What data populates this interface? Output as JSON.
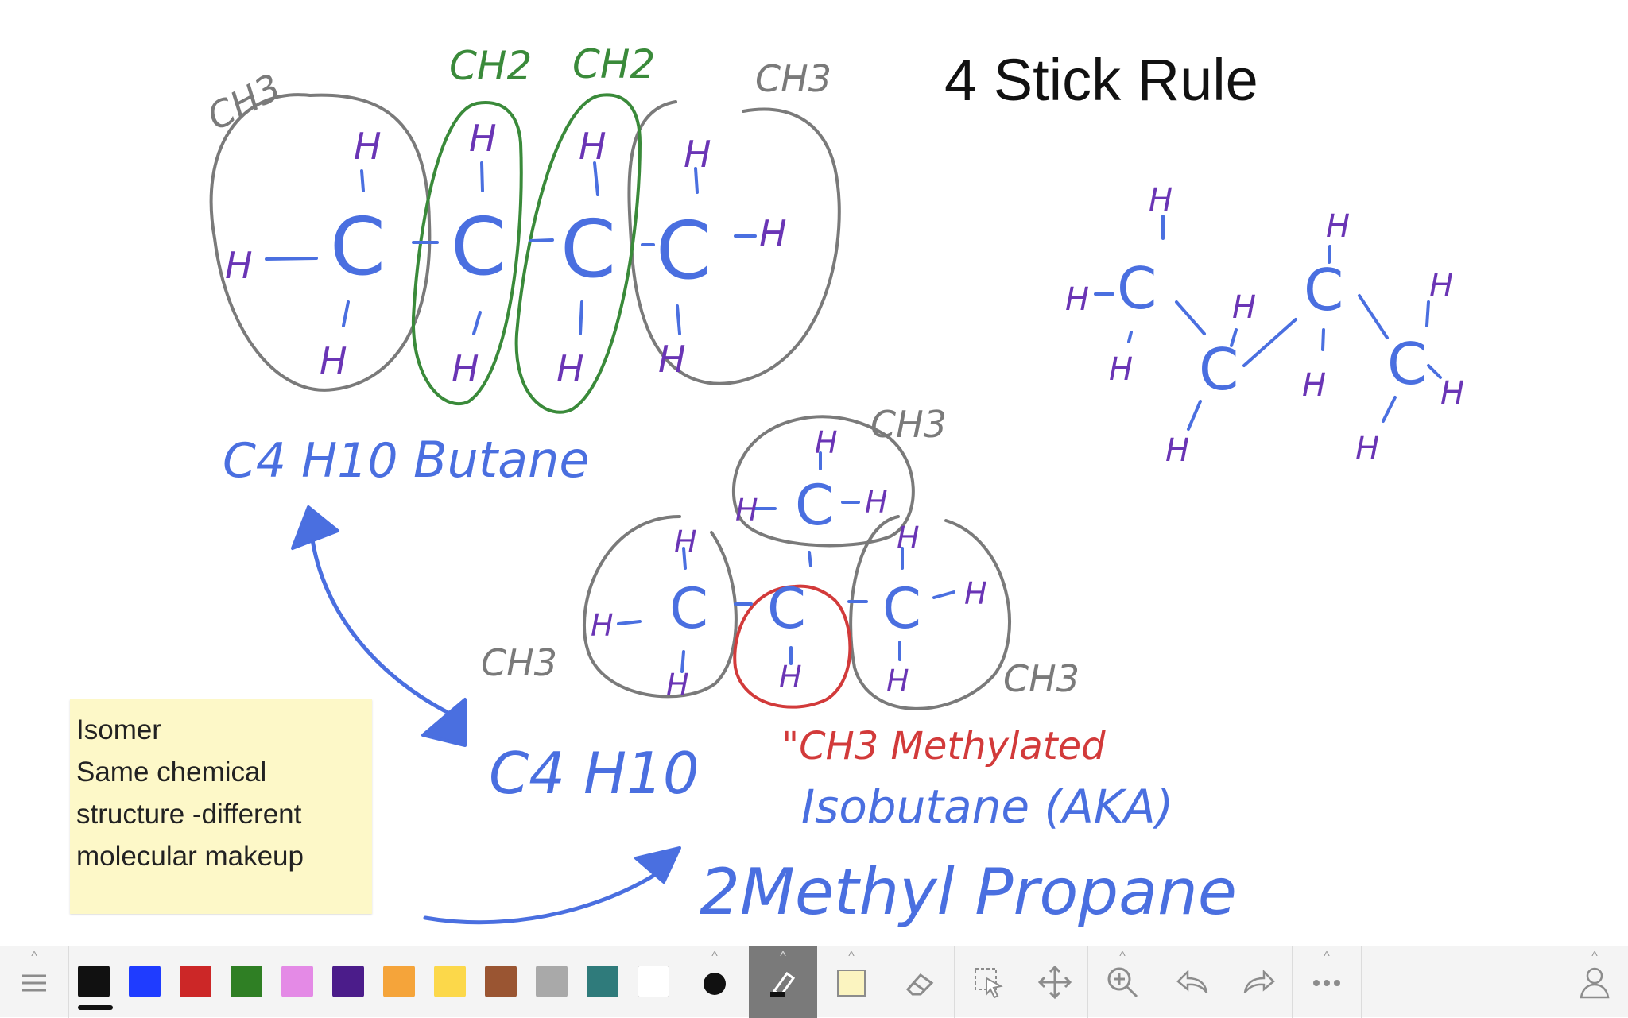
{
  "canvas": {
    "title": "4 Stick Rule",
    "labels": {
      "ch3_a": "CH3",
      "ch2_a": "CH2",
      "ch2_b": "CH2",
      "ch3_b": "CH3",
      "formula_1": "C4 H10",
      "butane": "Butane",
      "ch3_c": "CH3",
      "ch3_d": "CH3",
      "ch3_e": "CH3",
      "formula_2": "C4 H10",
      "methylated": "\"CH3 Methylated",
      "isobutane": "Isobutane (AKA)",
      "methylpropane": "2Methyl Propane",
      "h": "H",
      "c": "C"
    },
    "colors": {
      "gray_ink": "#7a7a7a",
      "green_ink": "#3a8a3a",
      "blue_ink": "#4a6fe0",
      "purple_ink": "#6a35b5",
      "red_ink": "#d23a3a",
      "black_ink": "#111111"
    }
  },
  "sticky_note": {
    "lines": [
      "Isomer",
      "Same chemical",
      "structure -different",
      "molecular makeup"
    ],
    "color": "#fdf8c8"
  },
  "toolbar": {
    "menu_icon": "menu-icon",
    "swatches": [
      {
        "name": "black",
        "color": "#111111",
        "selected": true
      },
      {
        "name": "blue",
        "color": "#1f3cff",
        "selected": false
      },
      {
        "name": "red",
        "color": "#cc2727",
        "selected": false
      },
      {
        "name": "green",
        "color": "#2f7f24",
        "selected": false
      },
      {
        "name": "pink",
        "color": "#e48ae6",
        "selected": false
      },
      {
        "name": "purple",
        "color": "#4b1c8a",
        "selected": false
      },
      {
        "name": "orange",
        "color": "#f5a43a",
        "selected": false
      },
      {
        "name": "yellow",
        "color": "#fcd84a",
        "selected": false
      },
      {
        "name": "brown",
        "color": "#9a5532",
        "selected": false
      },
      {
        "name": "gray",
        "color": "#a9a9a9",
        "selected": false
      },
      {
        "name": "teal",
        "color": "#2f7b7b",
        "selected": false
      },
      {
        "name": "white",
        "color": "#ffffff",
        "selected": false
      }
    ],
    "tools": [
      "pen-size-icon",
      "highlighter-icon",
      "sticky-note-icon",
      "eraser-icon",
      "select-icon",
      "move-icon",
      "zoom-icon",
      "undo-icon",
      "redo-icon",
      "more-icon",
      "account-icon"
    ],
    "active_tool": "highlighter-icon"
  }
}
